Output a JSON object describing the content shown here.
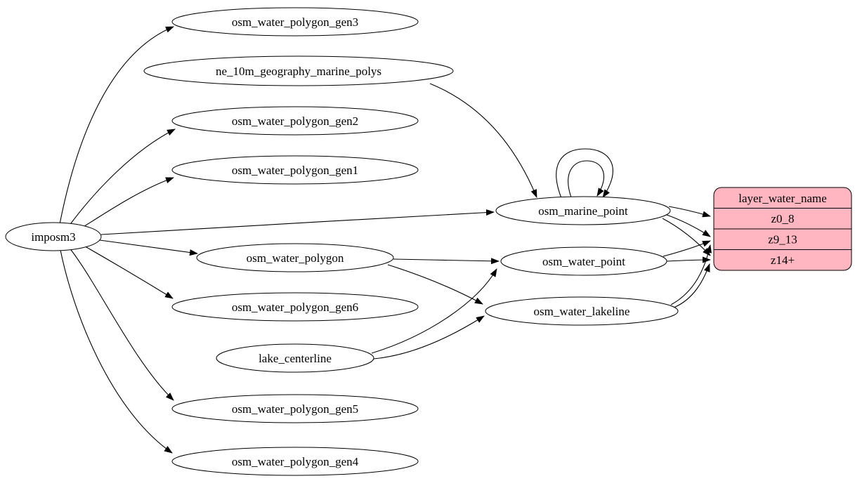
{
  "diagram": {
    "background": "#ffffff",
    "node_fill": "#ffffff",
    "node_stroke": "#000000",
    "edge_color": "#000000",
    "nodes": {
      "imposm3": {
        "label": "imposm3"
      },
      "osm_water_polygon_gen3": {
        "label": "osm_water_polygon_gen3"
      },
      "ne_10m_geography_marine_polys": {
        "label": "ne_10m_geography_marine_polys"
      },
      "osm_water_polygon_gen2": {
        "label": "osm_water_polygon_gen2"
      },
      "osm_water_polygon_gen1": {
        "label": "osm_water_polygon_gen1"
      },
      "osm_marine_point": {
        "label": "osm_marine_point"
      },
      "osm_water_polygon": {
        "label": "osm_water_polygon"
      },
      "osm_water_point": {
        "label": "osm_water_point"
      },
      "osm_water_polygon_gen6": {
        "label": "osm_water_polygon_gen6"
      },
      "osm_water_lakeline": {
        "label": "osm_water_lakeline"
      },
      "lake_centerline": {
        "label": "lake_centerline"
      },
      "osm_water_polygon_gen5": {
        "label": "osm_water_polygon_gen5"
      },
      "osm_water_polygon_gen4": {
        "label": "osm_water_polygon_gen4"
      }
    },
    "record": {
      "title": "layer_water_name",
      "rows": [
        "z0_8",
        "z9_13",
        "z14+"
      ],
      "fill": "#ffb6c1",
      "stroke": "#000000"
    },
    "edges": [
      {
        "from": "imposm3",
        "to": "osm_water_polygon_gen3"
      },
      {
        "from": "imposm3",
        "to": "osm_water_polygon_gen2"
      },
      {
        "from": "imposm3",
        "to": "osm_water_polygon_gen1"
      },
      {
        "from": "imposm3",
        "to": "osm_marine_point"
      },
      {
        "from": "imposm3",
        "to": "osm_water_polygon"
      },
      {
        "from": "imposm3",
        "to": "osm_water_polygon_gen6"
      },
      {
        "from": "imposm3",
        "to": "osm_water_polygon_gen5"
      },
      {
        "from": "imposm3",
        "to": "osm_water_polygon_gen4"
      },
      {
        "from": "ne_10m_geography_marine_polys",
        "to": "osm_marine_point"
      },
      {
        "from": "osm_marine_point",
        "to": "osm_marine_point"
      },
      {
        "from": "osm_marine_point",
        "to": "osm_marine_point"
      },
      {
        "from": "osm_water_polygon",
        "to": "osm_water_point"
      },
      {
        "from": "osm_water_polygon",
        "to": "osm_water_lakeline"
      },
      {
        "from": "lake_centerline",
        "to": "osm_water_point"
      },
      {
        "from": "lake_centerline",
        "to": "osm_water_lakeline"
      },
      {
        "from": "osm_marine_point",
        "to": "layer_water_name.z0_8"
      },
      {
        "from": "osm_marine_point",
        "to": "layer_water_name.z9_13"
      },
      {
        "from": "osm_marine_point",
        "to": "layer_water_name.z14+"
      },
      {
        "from": "osm_water_point",
        "to": "layer_water_name.z9_13"
      },
      {
        "from": "osm_water_point",
        "to": "layer_water_name.z14+"
      },
      {
        "from": "osm_water_lakeline",
        "to": "layer_water_name.z9_13"
      },
      {
        "from": "osm_water_lakeline",
        "to": "layer_water_name.z14+"
      }
    ]
  }
}
